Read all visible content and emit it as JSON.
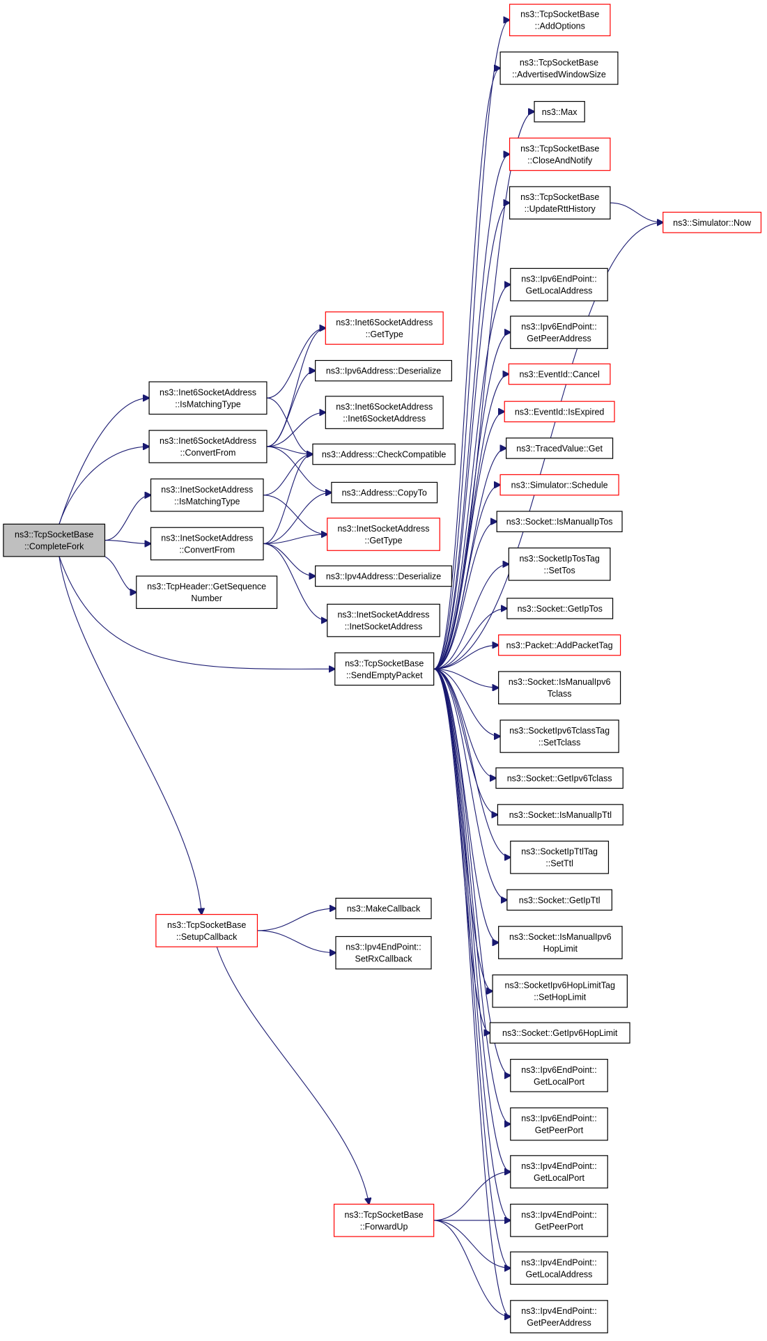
{
  "diagram": {
    "nodes": [
      {
        "id": "completefork",
        "lines": [
          "ns3::TcpSocketBase",
          "::CompleteFork"
        ],
        "style": "root"
      },
      {
        "id": "inet6-ismatchingtype",
        "lines": [
          "ns3::Inet6SocketAddress",
          "::IsMatchingType"
        ],
        "style": "black"
      },
      {
        "id": "inet6-convertfrom",
        "lines": [
          "ns3::Inet6SocketAddress",
          "::ConvertFrom"
        ],
        "style": "black"
      },
      {
        "id": "inet-ismatchingtype",
        "lines": [
          "ns3::InetSocketAddress",
          "::IsMatchingType"
        ],
        "style": "black"
      },
      {
        "id": "inet-convertfrom",
        "lines": [
          "ns3::InetSocketAddress",
          "::ConvertFrom"
        ],
        "style": "black"
      },
      {
        "id": "tcpheader-getseq",
        "lines": [
          "ns3::TcpHeader::GetSequence",
          "Number"
        ],
        "style": "black"
      },
      {
        "id": "setupcallback",
        "lines": [
          "ns3::TcpSocketBase",
          "::SetupCallback"
        ],
        "style": "red"
      },
      {
        "id": "inet6-gettype",
        "lines": [
          "ns3::Inet6SocketAddress",
          "::GetType"
        ],
        "style": "red"
      },
      {
        "id": "ipv6addr-deserialize",
        "lines": [
          "ns3::Ipv6Address::Deserialize"
        ],
        "style": "black"
      },
      {
        "id": "inet6-ctor",
        "lines": [
          "ns3::Inet6SocketAddress",
          "::Inet6SocketAddress"
        ],
        "style": "black"
      },
      {
        "id": "address-checkcompatible",
        "lines": [
          "ns3::Address::CheckCompatible"
        ],
        "style": "black"
      },
      {
        "id": "address-copyto",
        "lines": [
          "ns3::Address::CopyTo"
        ],
        "style": "black"
      },
      {
        "id": "inet-gettype",
        "lines": [
          "ns3::InetSocketAddress",
          "::GetType"
        ],
        "style": "red"
      },
      {
        "id": "ipv4addr-deserialize",
        "lines": [
          "ns3::Ipv4Address::Deserialize"
        ],
        "style": "black"
      },
      {
        "id": "inet-ctor",
        "lines": [
          "ns3::InetSocketAddress",
          "::InetSocketAddress"
        ],
        "style": "black"
      },
      {
        "id": "sendemptypacket",
        "lines": [
          "ns3::TcpSocketBase",
          "::SendEmptyPacket"
        ],
        "style": "black"
      },
      {
        "id": "makecallback",
        "lines": [
          "ns3::MakeCallback"
        ],
        "style": "black"
      },
      {
        "id": "ipv4ep-setrxcallback",
        "lines": [
          "ns3::Ipv4EndPoint::",
          "SetRxCallback"
        ],
        "style": "black"
      },
      {
        "id": "forwardup",
        "lines": [
          "ns3::TcpSocketBase",
          "::ForwardUp"
        ],
        "style": "red"
      },
      {
        "id": "addoptions",
        "lines": [
          "ns3::TcpSocketBase",
          "::AddOptions"
        ],
        "style": "red"
      },
      {
        "id": "advertisedwindowsize",
        "lines": [
          "ns3::TcpSocketBase",
          "::AdvertisedWindowSize"
        ],
        "style": "black"
      },
      {
        "id": "max",
        "lines": [
          "ns3::Max"
        ],
        "style": "black"
      },
      {
        "id": "closeandnotify",
        "lines": [
          "ns3::TcpSocketBase",
          "::CloseAndNotify"
        ],
        "style": "red"
      },
      {
        "id": "updatertthistory",
        "lines": [
          "ns3::TcpSocketBase",
          "::UpdateRttHistory"
        ],
        "style": "black"
      },
      {
        "id": "simulator-now",
        "lines": [
          "ns3::Simulator::Now"
        ],
        "style": "red"
      },
      {
        "id": "ipv6ep-getlocaladdress",
        "lines": [
          "ns3::Ipv6EndPoint::",
          "GetLocalAddress"
        ],
        "style": "black"
      },
      {
        "id": "ipv6ep-getpeeraddress",
        "lines": [
          "ns3::Ipv6EndPoint::",
          "GetPeerAddress"
        ],
        "style": "black"
      },
      {
        "id": "eventid-cancel",
        "lines": [
          "ns3::EventId::Cancel"
        ],
        "style": "red"
      },
      {
        "id": "eventid-isexpired",
        "lines": [
          "ns3::EventId::IsExpired"
        ],
        "style": "red"
      },
      {
        "id": "tracedvalue-get",
        "lines": [
          "ns3::TracedValue::Get"
        ],
        "style": "black"
      },
      {
        "id": "simulator-schedule",
        "lines": [
          "ns3::Simulator::Schedule"
        ],
        "style": "red"
      },
      {
        "id": "socket-ismanualiptos",
        "lines": [
          "ns3::Socket::IsManualIpTos"
        ],
        "style": "black"
      },
      {
        "id": "sockettostag-settos",
        "lines": [
          "ns3::SocketIpTosTag",
          "::SetTos"
        ],
        "style": "black"
      },
      {
        "id": "socket-getiptos",
        "lines": [
          "ns3::Socket::GetIpTos"
        ],
        "style": "black"
      },
      {
        "id": "packet-addpackettag",
        "lines": [
          "ns3::Packet::AddPacketTag"
        ],
        "style": "red"
      },
      {
        "id": "socket-ismanualipv6tclass",
        "lines": [
          "ns3::Socket::IsManualIpv6",
          "Tclass"
        ],
        "style": "black"
      },
      {
        "id": "tclasstag-settclass",
        "lines": [
          "ns3::SocketIpv6TclassTag",
          "::SetTclass"
        ],
        "style": "black"
      },
      {
        "id": "socket-getipv6tclass",
        "lines": [
          "ns3::Socket::GetIpv6Tclass"
        ],
        "style": "black"
      },
      {
        "id": "socket-ismanualipttl",
        "lines": [
          "ns3::Socket::IsManualIpTtl"
        ],
        "style": "black"
      },
      {
        "id": "ttltag-setttl",
        "lines": [
          "ns3::SocketIpTtlTag",
          "::SetTtl"
        ],
        "style": "black"
      },
      {
        "id": "socket-getipttl",
        "lines": [
          "ns3::Socket::GetIpTtl"
        ],
        "style": "black"
      },
      {
        "id": "socket-ismanualipv6hoplimit",
        "lines": [
          "ns3::Socket::IsManualIpv6",
          "HopLimit"
        ],
        "style": "black"
      },
      {
        "id": "hoplimittag-sethoplimit",
        "lines": [
          "ns3::SocketIpv6HopLimitTag",
          "::SetHopLimit"
        ],
        "style": "black"
      },
      {
        "id": "socket-getipv6hoplimit",
        "lines": [
          "ns3::Socket::GetIpv6HopLimit"
        ],
        "style": "black"
      },
      {
        "id": "ipv6ep-getlocalport",
        "lines": [
          "ns3::Ipv6EndPoint::",
          "GetLocalPort"
        ],
        "style": "black"
      },
      {
        "id": "ipv6ep-getpeerport",
        "lines": [
          "ns3::Ipv6EndPoint::",
          "GetPeerPort"
        ],
        "style": "black"
      },
      {
        "id": "ipv4ep-getlocalport",
        "lines": [
          "ns3::Ipv4EndPoint::",
          "GetLocalPort"
        ],
        "style": "black"
      },
      {
        "id": "ipv4ep-getpeerport",
        "lines": [
          "ns3::Ipv4EndPoint::",
          "GetPeerPort"
        ],
        "style": "black"
      },
      {
        "id": "ipv4ep-getlocaladdress",
        "lines": [
          "ns3::Ipv4EndPoint::",
          "GetLocalAddress"
        ],
        "style": "black"
      },
      {
        "id": "ipv4ep-getpeeraddress",
        "lines": [
          "ns3::Ipv4EndPoint::",
          "GetPeerAddress"
        ],
        "style": "black"
      }
    ],
    "edges": [
      [
        "completefork",
        "inet6-ismatchingtype"
      ],
      [
        "completefork",
        "inet6-convertfrom"
      ],
      [
        "completefork",
        "inet-ismatchingtype"
      ],
      [
        "completefork",
        "inet-convertfrom"
      ],
      [
        "completefork",
        "tcpheader-getseq"
      ],
      [
        "completefork",
        "sendemptypacket"
      ],
      [
        "completefork",
        "setupcallback"
      ],
      [
        "inet6-ismatchingtype",
        "inet6-gettype"
      ],
      [
        "inet6-ismatchingtype",
        "address-checkcompatible"
      ],
      [
        "inet6-convertfrom",
        "inet6-gettype"
      ],
      [
        "inet6-convertfrom",
        "ipv6addr-deserialize"
      ],
      [
        "inet6-convertfrom",
        "inet6-ctor"
      ],
      [
        "inet6-convertfrom",
        "address-checkcompatible"
      ],
      [
        "inet6-convertfrom",
        "address-copyto"
      ],
      [
        "inet-ismatchingtype",
        "address-checkcompatible"
      ],
      [
        "inet-ismatchingtype",
        "inet-gettype"
      ],
      [
        "inet-convertfrom",
        "address-checkcompatible"
      ],
      [
        "inet-convertfrom",
        "address-copyto"
      ],
      [
        "inet-convertfrom",
        "inet-gettype"
      ],
      [
        "inet-convertfrom",
        "ipv4addr-deserialize"
      ],
      [
        "inet-convertfrom",
        "inet-ctor"
      ],
      [
        "setupcallback",
        "makecallback"
      ],
      [
        "setupcallback",
        "ipv4ep-setrxcallback"
      ],
      [
        "setupcallback",
        "forwardup"
      ],
      [
        "updatertthistory",
        "simulator-now"
      ],
      [
        "sendemptypacket",
        "addoptions"
      ],
      [
        "sendemptypacket",
        "advertisedwindowsize"
      ],
      [
        "sendemptypacket",
        "max"
      ],
      [
        "sendemptypacket",
        "closeandnotify"
      ],
      [
        "sendemptypacket",
        "updatertthistory"
      ],
      [
        "sendemptypacket",
        "simulator-now"
      ],
      [
        "sendemptypacket",
        "ipv6ep-getlocaladdress"
      ],
      [
        "sendemptypacket",
        "ipv6ep-getpeeraddress"
      ],
      [
        "sendemptypacket",
        "eventid-cancel"
      ],
      [
        "sendemptypacket",
        "eventid-isexpired"
      ],
      [
        "sendemptypacket",
        "tracedvalue-get"
      ],
      [
        "sendemptypacket",
        "simulator-schedule"
      ],
      [
        "sendemptypacket",
        "socket-ismanualiptos"
      ],
      [
        "sendemptypacket",
        "sockettostag-settos"
      ],
      [
        "sendemptypacket",
        "socket-getiptos"
      ],
      [
        "sendemptypacket",
        "packet-addpackettag"
      ],
      [
        "sendemptypacket",
        "socket-ismanualipv6tclass"
      ],
      [
        "sendemptypacket",
        "tclasstag-settclass"
      ],
      [
        "sendemptypacket",
        "socket-getipv6tclass"
      ],
      [
        "sendemptypacket",
        "socket-ismanualipttl"
      ],
      [
        "sendemptypacket",
        "ttltag-setttl"
      ],
      [
        "sendemptypacket",
        "socket-getipttl"
      ],
      [
        "sendemptypacket",
        "socket-ismanualipv6hoplimit"
      ],
      [
        "sendemptypacket",
        "hoplimittag-sethoplimit"
      ],
      [
        "sendemptypacket",
        "socket-getipv6hoplimit"
      ],
      [
        "sendemptypacket",
        "ipv6ep-getlocalport"
      ],
      [
        "sendemptypacket",
        "ipv6ep-getpeerport"
      ],
      [
        "sendemptypacket",
        "ipv4ep-getlocalport"
      ],
      [
        "sendemptypacket",
        "ipv4ep-getpeerport"
      ],
      [
        "sendemptypacket",
        "ipv4ep-getlocaladdress"
      ],
      [
        "sendemptypacket",
        "ipv4ep-getpeeraddress"
      ],
      [
        "forwardup",
        "ipv4ep-getlocalport"
      ],
      [
        "forwardup",
        "ipv4ep-getpeerport"
      ],
      [
        "forwardup",
        "ipv4ep-getlocaladdress"
      ],
      [
        "forwardup",
        "ipv4ep-getpeeraddress"
      ]
    ]
  }
}
